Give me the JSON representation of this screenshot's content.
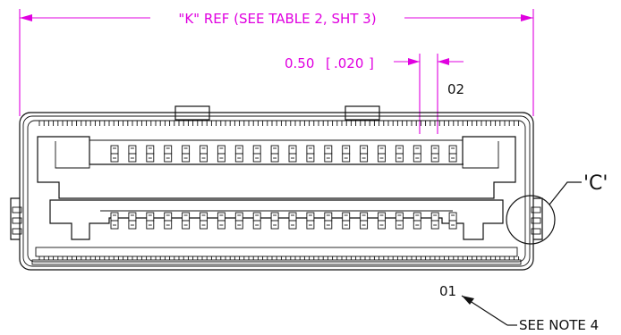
{
  "dimensions": {
    "overall_ref": "\"K\" REF (SEE TABLE 2, SHT 3)",
    "pitch_metric": "0.50",
    "pitch_imperial": ".020"
  },
  "labels": {
    "row_top": "02",
    "row_bottom": "01",
    "detail_callout": "'C'",
    "note_ref": "SEE NOTE 4"
  },
  "colors": {
    "dimension": "#e000e0",
    "outline": "#111111"
  }
}
